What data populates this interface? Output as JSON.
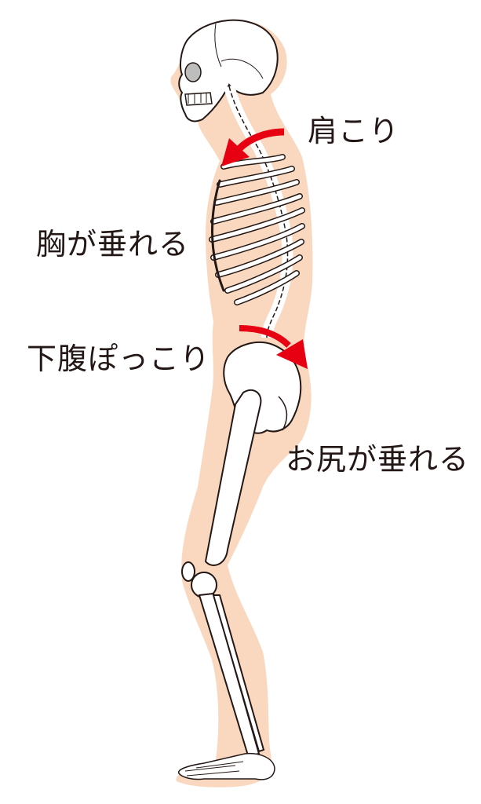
{
  "diagram": {
    "subject": "posture-skeleton-side-view",
    "colors": {
      "skin": "#f9d8bf",
      "bone": "#ffffff",
      "outline": "#231815",
      "arrow": "#e60012",
      "text": "#231815",
      "background": "#ffffff"
    },
    "labels": {
      "shoulder": "肩こり",
      "chest": "胸が垂れる",
      "belly": "下腹ぽっこり",
      "buttocks": "お尻が垂れる"
    },
    "arrows": [
      {
        "name": "shoulder-arrow",
        "direction": "forward-down",
        "region": "upper back / neck"
      },
      {
        "name": "pelvis-arrow",
        "direction": "backward-down",
        "region": "lower back / pelvis"
      }
    ]
  }
}
